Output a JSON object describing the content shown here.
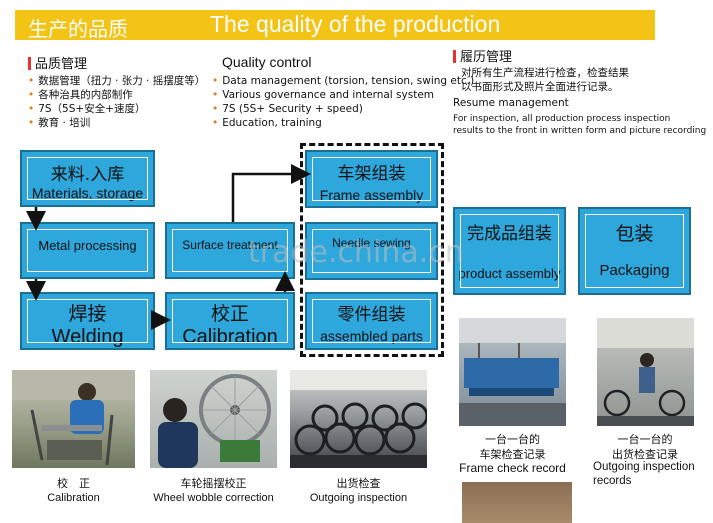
{
  "banner": {
    "title_cn": "生产的品质",
    "title_en": "The quality of the production"
  },
  "quality_management": {
    "heading": "品质管理",
    "items": [
      "数据管理（扭力 · 张力 · 摇摆度等）",
      "各种治具的内部制作",
      "7S（5S+安全+速度）",
      "教育 · 培训"
    ]
  },
  "quality_control": {
    "heading": "Quality control",
    "items": [
      "Data management (torsion, tension, swing etc.)",
      "Various governance and internal system",
      "7S (5S+ Security + speed)",
      "Education, training"
    ]
  },
  "resume_management": {
    "heading_cn": "履历管理",
    "text_cn_1": "对所有生产流程进行检查，检查结果",
    "text_cn_2": "以书面形式及照片全面进行记录。",
    "heading_en": "Resume management",
    "text_en_1": "For inspection, all production process inspection",
    "text_en_2": "results to the front in written form and picture recording"
  },
  "process": {
    "materials": {
      "cn": "来料.入库",
      "en": "Materials, storage"
    },
    "metal_processing": {
      "cn": "",
      "en": "Metal processing"
    },
    "surface_treatment": {
      "cn": "",
      "en": "Surface treatment"
    },
    "welding": {
      "cn": "焊接",
      "en": "Welding"
    },
    "calibration": {
      "cn": "校正",
      "en": "Calibration"
    },
    "frame_assembly": {
      "cn": "车架组装",
      "en": "Frame assembly"
    },
    "needle_sewing": {
      "cn": "",
      "en": "Needle sewing"
    },
    "assembled_parts": {
      "cn": "零件组装",
      "en": "assembled parts"
    },
    "product_assembly": {
      "cn": "完成品组装",
      "en": "product assembly"
    },
    "packaging": {
      "cn": "包装",
      "en": "Packaging"
    }
  },
  "watermark": "trade.china.cn",
  "photos": [
    {
      "icon": "calibration-photo",
      "cn": "校　正",
      "en": "Calibration"
    },
    {
      "icon": "wheel-photo",
      "cn": "车轮摇摆校正",
      "en": "Wheel wobble correction"
    },
    {
      "icon": "outgoing-photo",
      "cn": "出货检查",
      "en": "Outgoing inspection"
    },
    {
      "icon": "frame-check-photo",
      "cn_1": "一台一台的",
      "cn_2": "车架检查记录",
      "en": "Frame check record"
    },
    {
      "icon": "outgoing-record-photo",
      "cn_1": "一台一台的",
      "cn_2": "出货检查记录",
      "en_1": "Outgoing inspection",
      "en_2": "records"
    }
  ],
  "colors": {
    "banner": "#f3c316",
    "box": "#2ea7dc",
    "box_border": "#1b6f95",
    "bullet": "#e07a1a",
    "mark": "#e3342f"
  }
}
